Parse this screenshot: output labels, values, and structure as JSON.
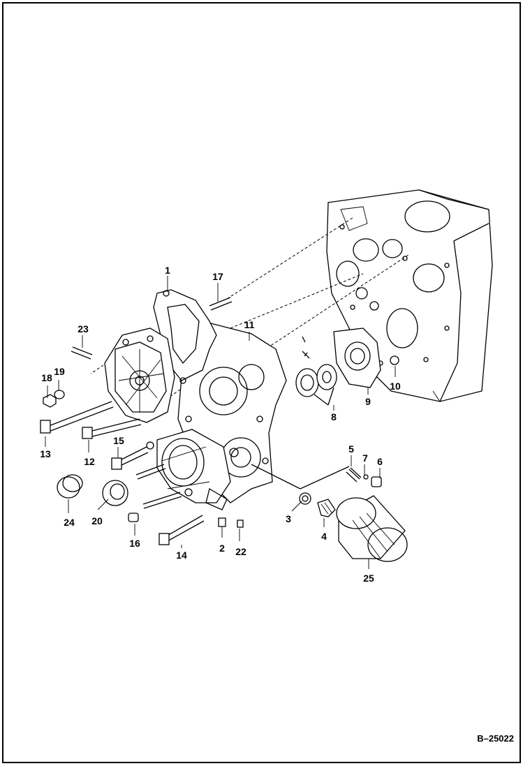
{
  "figure_ref": "B–25022",
  "callouts": [
    {
      "id": "c1",
      "label": "1"
    },
    {
      "id": "c2",
      "label": "2"
    },
    {
      "id": "c3",
      "label": "3"
    },
    {
      "id": "c4",
      "label": "4"
    },
    {
      "id": "c5",
      "label": "5"
    },
    {
      "id": "c6",
      "label": "6"
    },
    {
      "id": "c7",
      "label": "7"
    },
    {
      "id": "c8",
      "label": "8"
    },
    {
      "id": "c9",
      "label": "9"
    },
    {
      "id": "c10",
      "label": "10"
    },
    {
      "id": "c11",
      "label": "11"
    },
    {
      "id": "c12",
      "label": "12"
    },
    {
      "id": "c13",
      "label": "13"
    },
    {
      "id": "c14",
      "label": "14"
    },
    {
      "id": "c15",
      "label": "15"
    },
    {
      "id": "c16",
      "label": "16"
    },
    {
      "id": "c17",
      "label": "17"
    },
    {
      "id": "c18",
      "label": "18"
    },
    {
      "id": "c19",
      "label": "19"
    },
    {
      "id": "c20",
      "label": "20"
    },
    {
      "id": "c22",
      "label": "22"
    },
    {
      "id": "c23",
      "label": "23"
    },
    {
      "id": "c24",
      "label": "24"
    },
    {
      "id": "c25",
      "label": "25"
    }
  ]
}
